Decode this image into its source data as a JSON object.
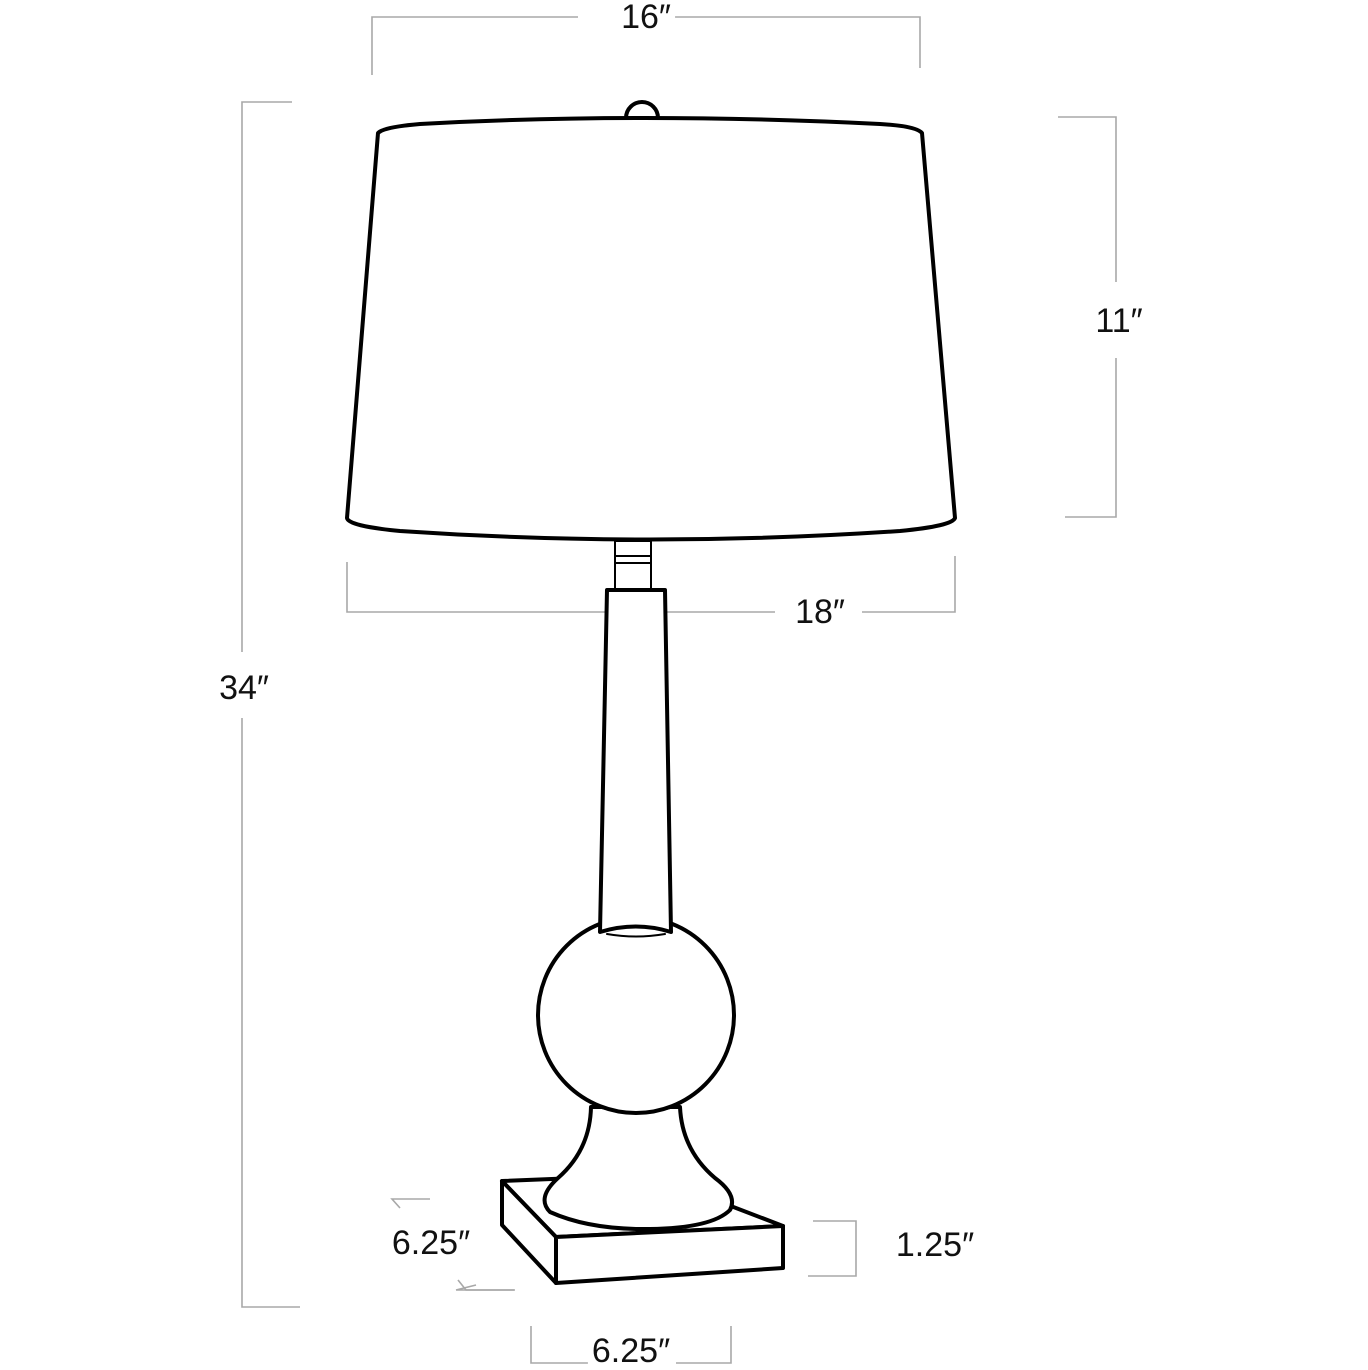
{
  "diagram": {
    "subject": "Table lamp dimension drawing",
    "colors": {
      "outline": "#000000",
      "dimension_line": "#a8a8a8",
      "background": "#ffffff",
      "text": "#111111"
    },
    "dimensions": {
      "shade_top_width": "16″",
      "shade_bottom_width": "18″",
      "shade_height": "11″",
      "overall_height": "34″",
      "base_depth": "6.25″",
      "base_height": "1.25″",
      "base_width": "6.25″"
    }
  }
}
